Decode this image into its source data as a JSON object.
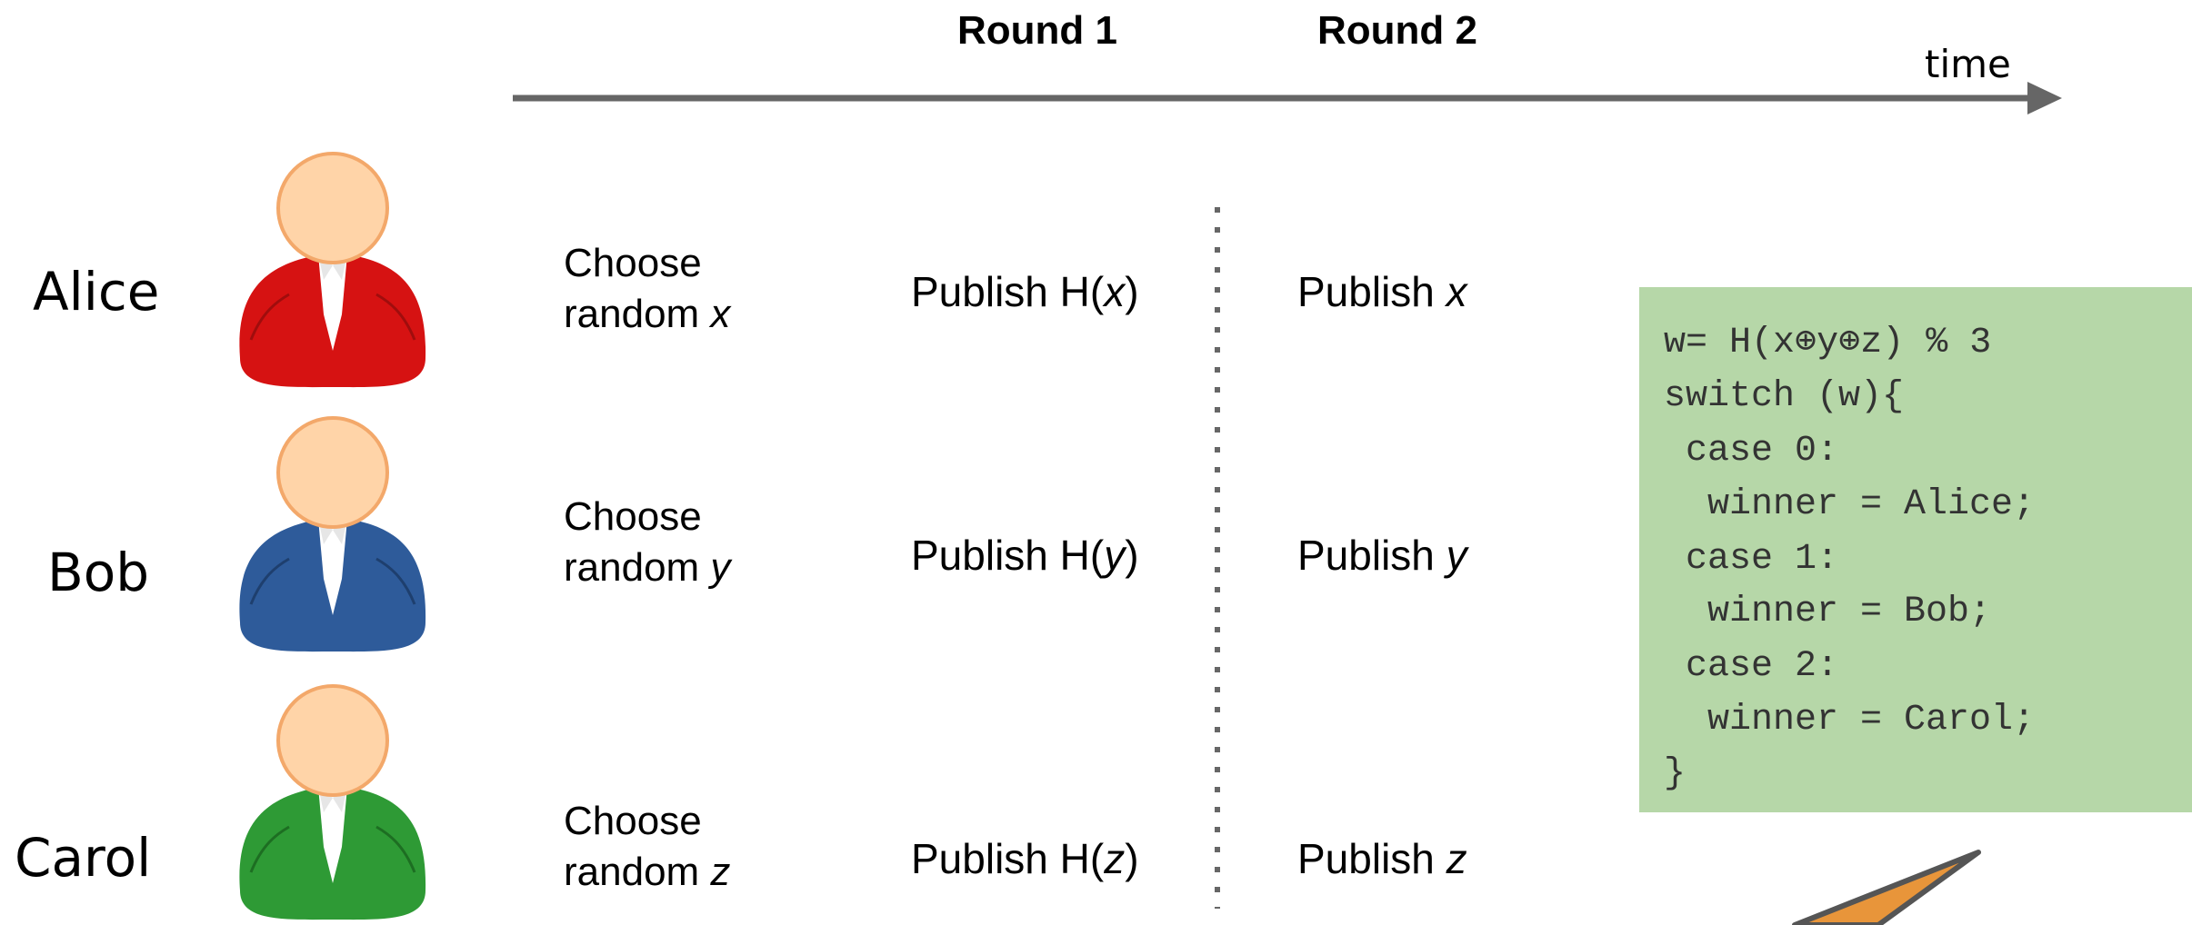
{
  "header": {
    "round1": "Round 1",
    "round2": "Round 2",
    "time": "time"
  },
  "colors": {
    "alice_shirt": "#d61212",
    "bob_shirt": "#2e5b9a",
    "carol_shirt": "#2e9a35",
    "skin": "#ffd4a8",
    "code_bg": "#b6d7a8",
    "timeline": "#666666",
    "arrow_fill": "#e8953a"
  },
  "participants": [
    {
      "name": "Alice",
      "avatar_icon": "user-red-icon",
      "choose_line1": "Choose",
      "choose_prefix": "random ",
      "var": "x",
      "publish_hash_prefix": "Publish H(",
      "publish_hash_suffix": ")",
      "publish_prefix": "Publish "
    },
    {
      "name": "Bob",
      "avatar_icon": "user-blue-icon",
      "choose_line1": "Choose",
      "choose_prefix": "random ",
      "var": "y",
      "publish_hash_prefix": "Publish H(",
      "publish_hash_suffix": ")",
      "publish_prefix": "Publish "
    },
    {
      "name": "Carol",
      "avatar_icon": "user-green-icon",
      "choose_line1": "Choose",
      "choose_prefix": "random ",
      "var": "z",
      "publish_hash_prefix": "Publish H(",
      "publish_hash_suffix": ")",
      "publish_prefix": "Publish "
    }
  ],
  "code": {
    "lines": [
      "w= H(x⊕y⊕z) % 3",
      "switch (w){",
      " case 0:",
      "  winner = Alice;",
      " case 1:",
      "  winner = Bob;",
      " case 2:",
      "  winner = Carol;",
      "}"
    ]
  }
}
